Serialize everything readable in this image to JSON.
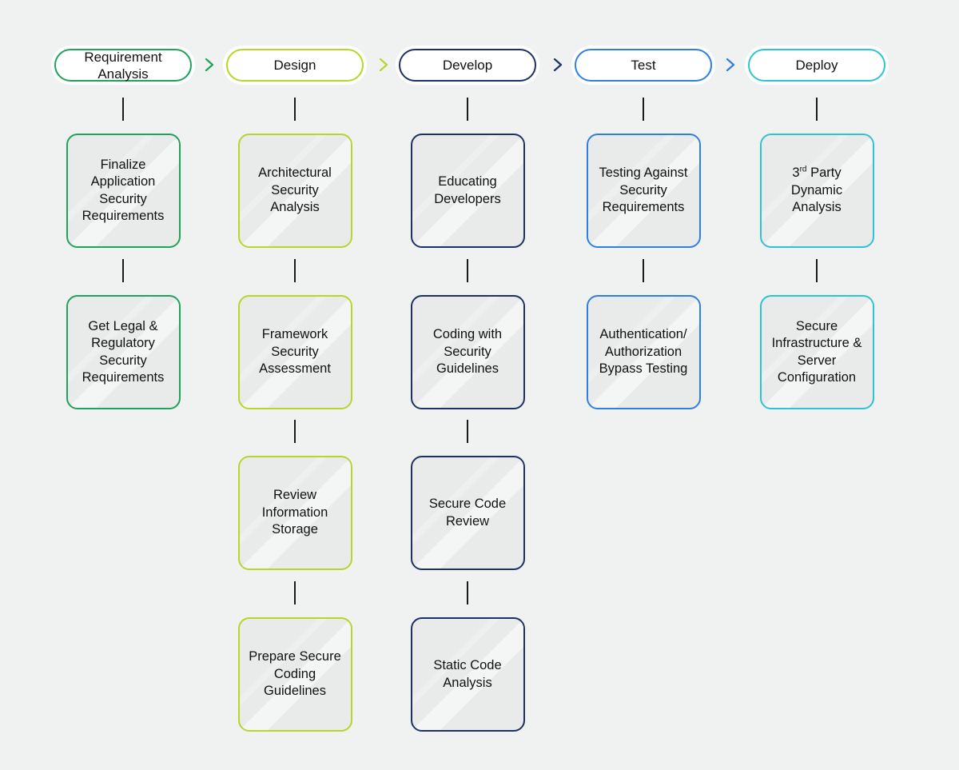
{
  "colors": {
    "requirement": "#1fa35a",
    "design": "#b5d62a",
    "develop": "#1c3264",
    "test": "#2f7ee6",
    "deploy": "#2ec3d4",
    "background": "#f0f2f1"
  },
  "phases": [
    {
      "id": "requirement",
      "title": "Requirement\nAnalysis",
      "steps": [
        "Finalize\nApplication\nSecurity\nRequirements",
        "Get Legal &\nRegulatory\nSecurity\nRequirements"
      ]
    },
    {
      "id": "design",
      "title": "Design",
      "steps": [
        "Architectural\nSecurity\nAnalysis",
        "Framework\nSecurity\nAssessment",
        "Review\nInformation\nStorage",
        "Prepare Secure\nCoding\nGuidelines"
      ]
    },
    {
      "id": "develop",
      "title": "Develop",
      "steps": [
        "Educating\nDevelopers",
        "Coding with\nSecurity\nGuidelines",
        "Secure Code\nReview",
        "Static Code\nAnalysis"
      ]
    },
    {
      "id": "test",
      "title": "Test",
      "steps": [
        "Testing Against\nSecurity\nRequirements",
        "Authentication/\nAuthorization\nBypass Testing"
      ]
    },
    {
      "id": "deploy",
      "title": "Deploy",
      "steps": [
        "3rd Party\nDynamic\nAnalysis",
        "Secure\nInfrastructure &\nServer\nConfiguration"
      ]
    }
  ],
  "arrows": [
    {
      "icon": "chevron-right-icon",
      "color": "#1fa35a"
    },
    {
      "icon": "chevron-right-icon",
      "color": "#b5d62a"
    },
    {
      "icon": "chevron-right-icon",
      "color": "#1c3264"
    },
    {
      "icon": "chevron-right-icon",
      "color": "#2f7ee6"
    }
  ]
}
